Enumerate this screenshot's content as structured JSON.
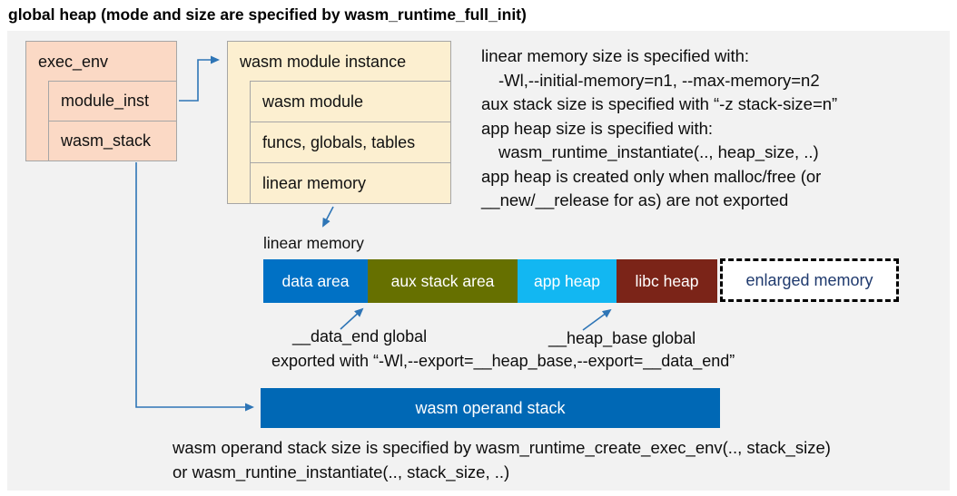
{
  "title": "global heap (mode and size are specified by wasm_runtime_full_init)",
  "exec_env": {
    "header": "exec_env",
    "rows": [
      {
        "label": "module_inst"
      },
      {
        "label": "wasm_stack"
      }
    ]
  },
  "module_instance": {
    "header": "wasm module instance",
    "rows": [
      {
        "label": "wasm module"
      },
      {
        "label": "funcs, globals, tables"
      },
      {
        "label": "linear memory"
      }
    ]
  },
  "notes_right": {
    "lines": [
      {
        "text": "linear memory size is specified with:",
        "indent": false
      },
      {
        "text": "-Wl,--initial-memory=n1, --max-memory=n2",
        "indent": true
      },
      {
        "text": "aux stack size is specified with “-z stack-size=n”",
        "indent": false
      },
      {
        "text": "app heap size is specified with:",
        "indent": false
      },
      {
        "text": "wasm_runtime_instantiate(.., heap_size, ..)",
        "indent": true
      },
      {
        "text": "app heap is created only when malloc/free (or",
        "indent": false
      },
      {
        "text": "__new/__release for as) are not exported",
        "indent": false
      }
    ]
  },
  "memory_bar": {
    "label": "linear memory",
    "segments": [
      {
        "label": "data area",
        "color": "#0071c5"
      },
      {
        "label": "aux stack area",
        "color": "#667000"
      },
      {
        "label": "app heap",
        "color": "#12b7f2"
      },
      {
        "label": "libc heap",
        "color": "#7b2418"
      }
    ],
    "enlarged": {
      "label": "enlarged memory"
    }
  },
  "annotations": {
    "data_end": "__data_end global",
    "heap_base": "__heap_base global",
    "exported": "exported with “-Wl,--export=__heap_base,--export=__data_end”"
  },
  "operand_stack": {
    "label": "wasm operand stack"
  },
  "bottom_note": {
    "lines": [
      "wasm operand stack size is specified by wasm_runtime_create_exec_env(.., stack_size)",
      "or wasm_runtine_instantiate(.., stack_size, ..)"
    ]
  },
  "colors": {
    "canvas_bg": "#f2f2f2",
    "exec_env_fill": "#fbd9c5",
    "module_instance_fill": "#fcefd0",
    "box_border": "#a6a6a6",
    "arrow": "#2e75b6",
    "data_area": "#0071c5",
    "aux_stack_area": "#667000",
    "app_heap": "#12b7f2",
    "libc_heap": "#7b2418",
    "operand_stack": "#0068b5",
    "enlarged_text": "#1f3a6e"
  }
}
